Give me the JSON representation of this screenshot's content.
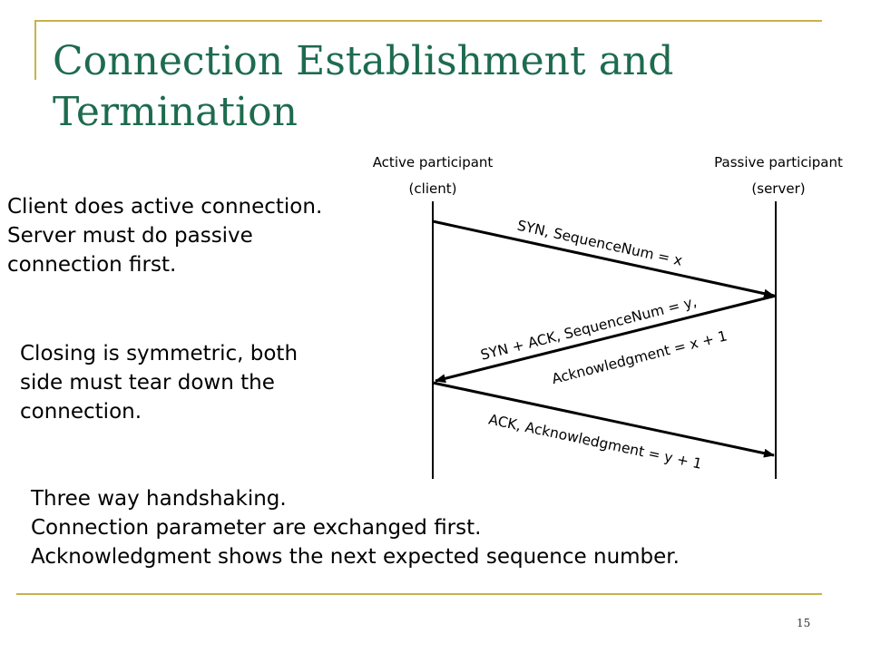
{
  "slide": {
    "title": "Connection Establishment and Termination",
    "page_number": "15"
  },
  "notes": {
    "client": [
      "Client does active connection.",
      "Server must do passive",
      "connection first."
    ],
    "closing": [
      "Closing is symmetric, both",
      "side must tear down the",
      "connection."
    ],
    "handshake": [
      "Three way handshaking.",
      "Connection parameter are exchanged first.",
      "Acknowledgment shows the next expected sequence number."
    ]
  },
  "diagram": {
    "active": {
      "line1": "Active participant",
      "line2": "(client)"
    },
    "passive": {
      "line1": "Passive participant",
      "line2": "(server)"
    },
    "messages": {
      "syn": "SYN, SequenceNum = x",
      "synack_1": "SYN + ACK, SequenceNum = y,",
      "synack_2": "Acknowledgment = x + 1",
      "ack": "ACK, Acknowledgment = y + 1"
    }
  }
}
